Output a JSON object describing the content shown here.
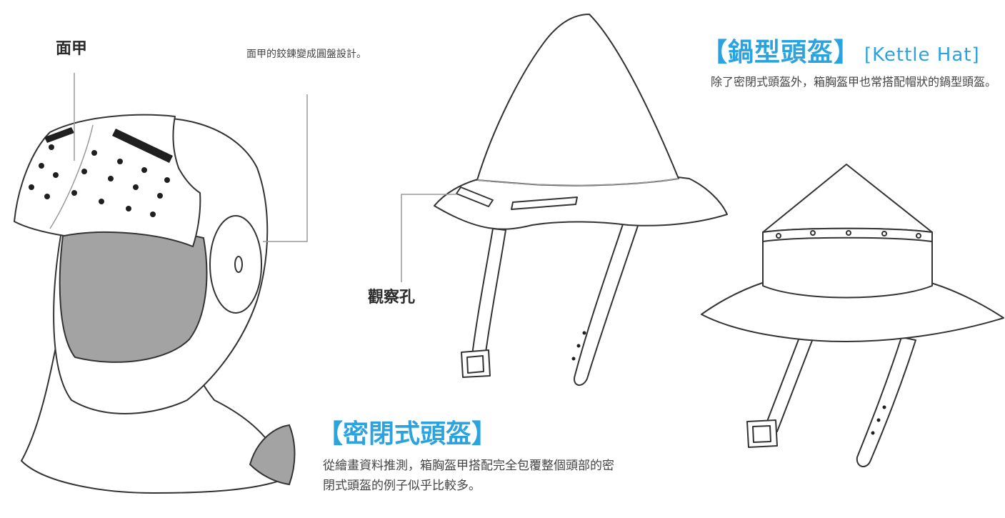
{
  "closed_helmet": {
    "visor_label": "面甲",
    "visor_hinge_note": "面甲的鉸鍊變成圓盤設計。",
    "heading": "【密閉式頭盔】",
    "description": "從繪畫資料推測，箱胸盔甲搭配完全包覆整個頭部的密閉式頭盔的例子似乎比較多。"
  },
  "kettle_hat": {
    "heading": "【鍋型頭盔】",
    "heading_en": "[Kettle Hat]",
    "description": "除了密閉式頭盔外，箱胸盔甲也常搭配帽狀的鍋型頭盔。",
    "eye_slit_label": "觀察孔"
  },
  "colors": {
    "accent": "#2ba3df",
    "shade": "#a3a3a3",
    "ink": "#333333"
  }
}
